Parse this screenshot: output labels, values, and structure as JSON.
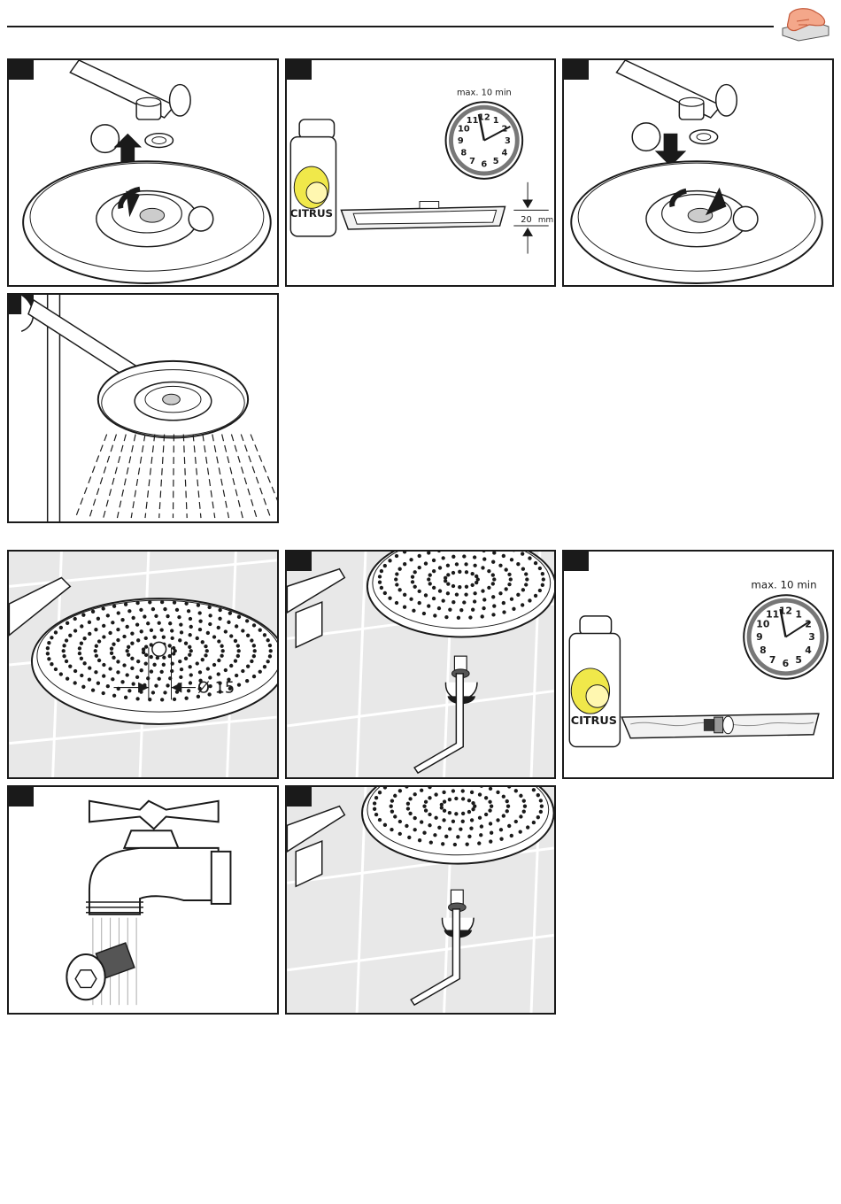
{
  "steps": {
    "soak": {
      "clock_label": "max. 10 min",
      "bottle_label": "CITRUS",
      "depth_value": "20",
      "depth_unit": "mm",
      "clock_numbers": [
        "12",
        "1",
        "2",
        "3",
        "4",
        "5",
        "6",
        "7",
        "8",
        "9",
        "10",
        "11"
      ]
    },
    "measure": {
      "diameter_label": "Ø 15"
    },
    "soak2": {
      "clock_label": "max. 10 min",
      "bottle_label": "CITRUS",
      "clock_numbers": [
        "12",
        "1",
        "2",
        "3",
        "4",
        "5",
        "6",
        "7",
        "8",
        "9",
        "10",
        "11"
      ]
    }
  },
  "icons": [
    "hand-icon",
    "arrow-up-icon",
    "arrow-down-icon",
    "clock-icon",
    "lemon-icon",
    "allen-key-icon",
    "faucet-icon"
  ]
}
